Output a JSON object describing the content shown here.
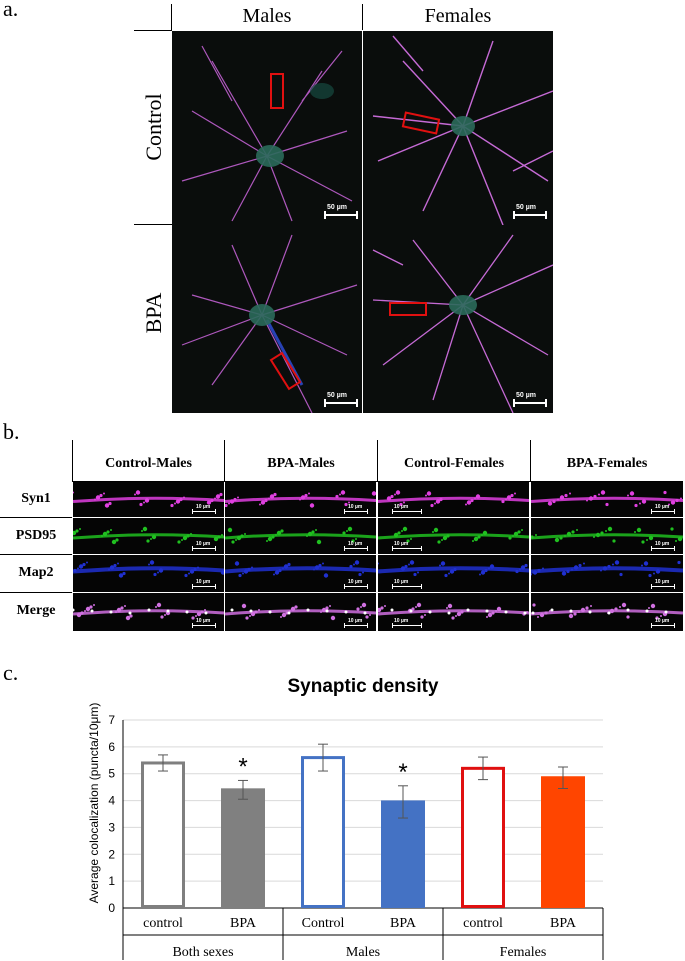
{
  "panel_a": {
    "letter": "a.",
    "col_headers": [
      "Males",
      "Females"
    ],
    "row_headers": [
      "Control",
      "BPA"
    ],
    "scale_label": "50 µm"
  },
  "panel_b": {
    "letter": "b.",
    "col_headers": [
      "Control-Males",
      "BPA-Males",
      "Control-Females",
      "BPA-Females"
    ],
    "row_headers": [
      "Syn1",
      "PSD95",
      "Map2",
      "Merge"
    ],
    "scale_label": "10 µm",
    "channel_colors": {
      "Syn1": "#e040e0",
      "PSD95": "#20c020",
      "Map2": "#2030d0",
      "Merge": "#d070e0"
    }
  },
  "panel_c": {
    "letter": "c.",
    "chart_data": {
      "type": "bar",
      "title": "Synaptic density",
      "ylabel": "Average colocalization (puncta/10μm)",
      "ylim": [
        0,
        7
      ],
      "yticks": [
        "0",
        "1",
        "2",
        "3",
        "4",
        "5",
        "6",
        "7"
      ],
      "categories": [
        "control",
        "BPA",
        "Control",
        "BPA",
        "control",
        "BPA"
      ],
      "groups": [
        {
          "name": "Both sexes",
          "span": [
            0,
            1
          ]
        },
        {
          "name": "Males",
          "span": [
            2,
            3
          ]
        },
        {
          "name": "Females",
          "span": [
            4,
            5
          ]
        }
      ],
      "values": [
        5.4,
        4.4,
        5.6,
        3.95,
        5.2,
        4.85
      ],
      "errors": [
        0.3,
        0.35,
        0.5,
        0.6,
        0.42,
        0.4
      ],
      "significance": [
        "",
        "*",
        "",
        "*",
        "",
        ""
      ],
      "bar_styles": [
        {
          "fill": "#ffffff",
          "stroke": "#7f7f7f"
        },
        {
          "fill": "#808080",
          "stroke": "#808080"
        },
        {
          "fill": "#ffffff",
          "stroke": "#4472c4"
        },
        {
          "fill": "#4472c4",
          "stroke": "#4472c4"
        },
        {
          "fill": "#ffffff",
          "stroke": "#e01010"
        },
        {
          "fill": "#ff4500",
          "stroke": "#ff4500"
        }
      ],
      "grid": true
    }
  }
}
